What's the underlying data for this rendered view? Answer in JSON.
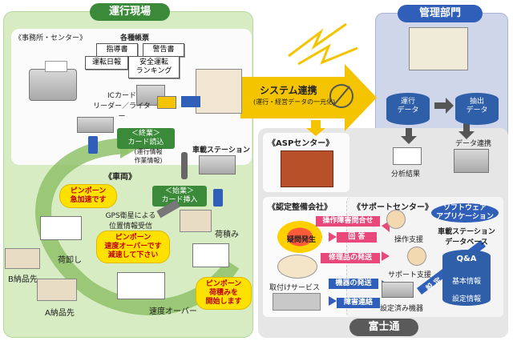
{
  "sections": {
    "field": "運行現場",
    "management": "管理部門",
    "fujitsu": "富士通"
  },
  "office": {
    "label": "《事務所・センター》",
    "forms_title": "各種帳票",
    "forms": [
      "指導書",
      "警告書",
      "運転日報",
      "安全運転\nランキング"
    ],
    "reader": "ICカード\nリーダー／ライター"
  },
  "vehicle": {
    "label": "《車両》",
    "end_card": "＜終業＞\nカード読込",
    "end_card_sub": "(運行情報\n作業情報)",
    "onboard": "車載ステーション",
    "start_card": "＜始業＞\nカード挿入",
    "gps": "GPS衛星による\n位置情報受信",
    "loading": "荷積み",
    "unloading": "荷卸し",
    "b_dest": "B納品先",
    "a_dest": "A納品先",
    "speed_over": "速度オーバー",
    "bubble_accel": "ピンポーン\n急加速です",
    "bubble_speed": "ピンポーン\n速度オーバーです\n減速して下さい",
    "bubble_start": "ピンポーン\n荷積みを\n開始します"
  },
  "system_link": {
    "title": "システム連携",
    "sub": "(運行・経営データの一元化)"
  },
  "management": {
    "running_data": "運行\nデータ",
    "extract_data": "抽出\nデータ",
    "analysis": "分析結果",
    "data_link": "データ連携"
  },
  "asp": {
    "label": "《ASPセンター》"
  },
  "certified": {
    "label": "《認定整備会社》",
    "trouble": "疑問発生",
    "install": "取付けサービス"
  },
  "support": {
    "label": "《サポートセンター》",
    "inquiry": "操作障害問合せ",
    "answer": "回 答",
    "repair": "修理品の発送",
    "ship": "機器の発送",
    "fault": "障害連絡",
    "op_support": "操作支援",
    "support": "サポート支援",
    "configured": "設定済み機器",
    "setting": "設 定",
    "software": "ソフトウェア\nアプリケーション",
    "onboard_db": "車載ステーション\nデータベース",
    "qa": "Q&A",
    "basic": "基本情報",
    "settings_info": "設定情報"
  },
  "colors": {
    "field_bg": "#d8ecc4",
    "field_header": "#3a8a3a",
    "mgmt_bg": "#cfd6ea",
    "mgmt_header": "#2f5fb8",
    "fujitsu_header": "#5a5a5a",
    "arrow_yellow": "#f4c400"
  }
}
